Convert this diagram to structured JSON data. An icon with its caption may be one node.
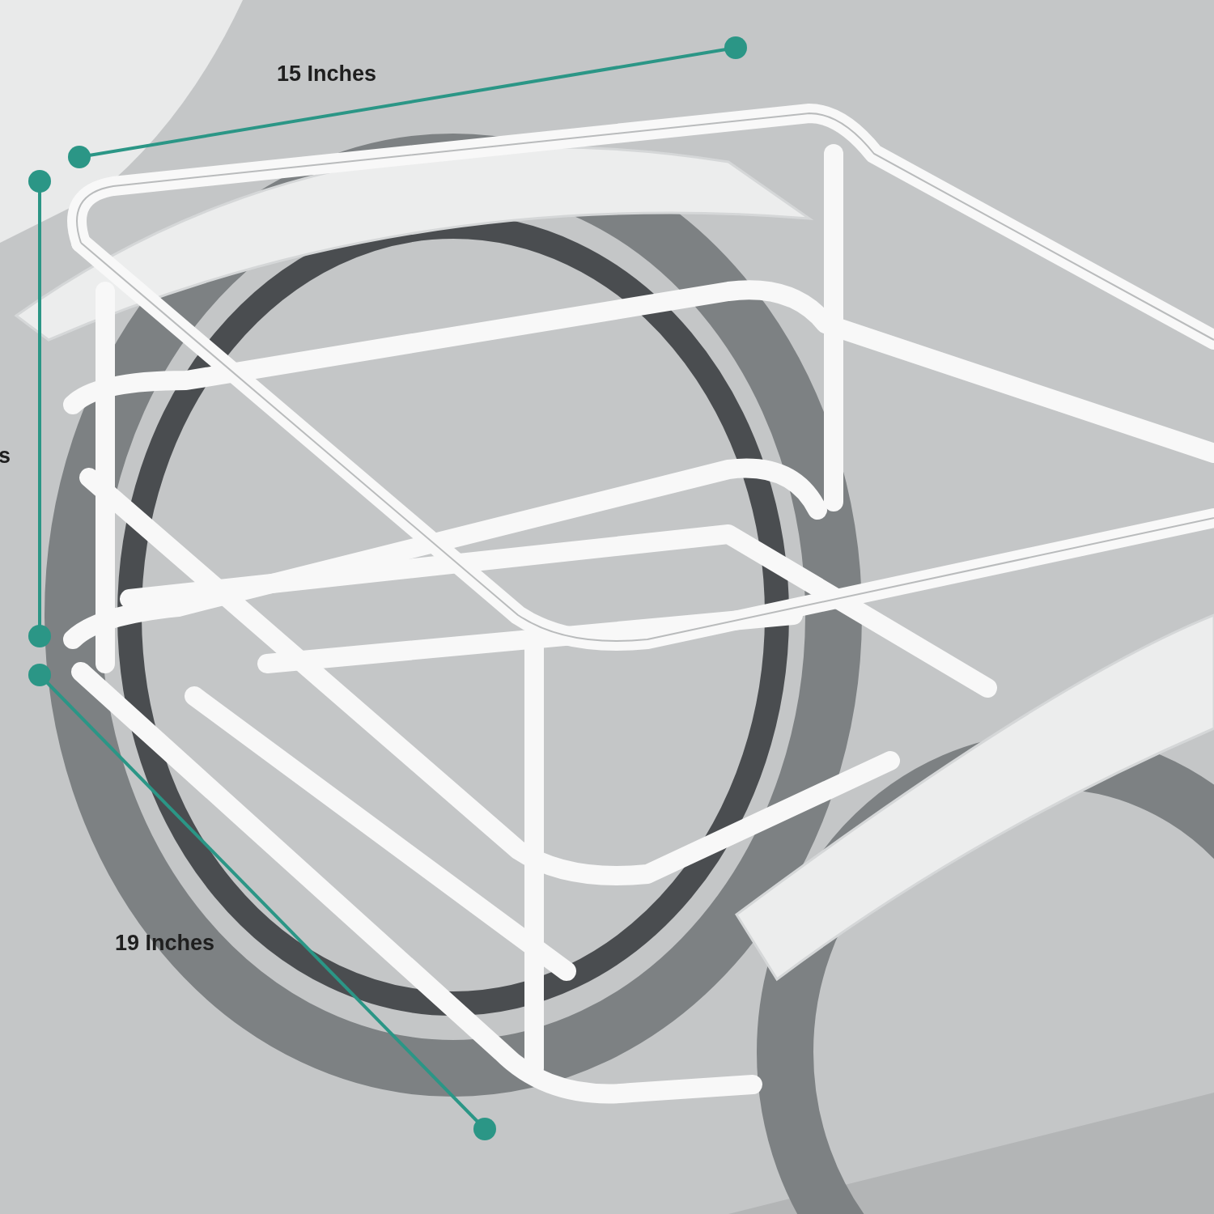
{
  "diagram": {
    "labels": [
      "15 Inches",
      "s",
      "19 Inches"
    ]
  }
}
